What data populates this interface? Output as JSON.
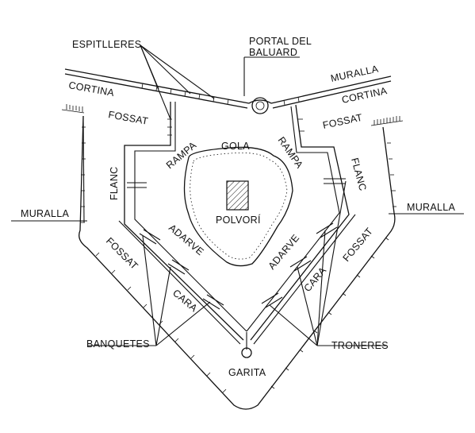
{
  "labels": {
    "espitlleres": "ESPITLLERES",
    "portal": "PORTAL DEL",
    "baluard": "BALUARD",
    "cortina_left": "CORTINA",
    "cortina_right": "CORTINA",
    "muralla_top_right": "MURALLA",
    "muralla_left": "MURALLA",
    "muralla_right": "MURALLA",
    "fossat_top_left": "FOSSAT",
    "fossat_top_right": "FOSSAT",
    "fossat_bottom_left": "FOSSAT",
    "fossat_bottom_right": "FOSSAT",
    "gola": "GOLA",
    "rampa_left": "RAMPA",
    "rampa_right": "RAMPA",
    "flanc_left": "FLANC",
    "flanc_right": "FLANC",
    "polvori": "POLVORÍ",
    "adarve_left": "ADARVE",
    "adarve_right": "ADARVE",
    "cara_left": "CARA",
    "cara_right": "CARA",
    "banquetes": "BANQUETES",
    "troneres": "TRONERES",
    "garita": "GARITA"
  },
  "colors": {
    "ink": "#111111",
    "background": "#ffffff"
  }
}
